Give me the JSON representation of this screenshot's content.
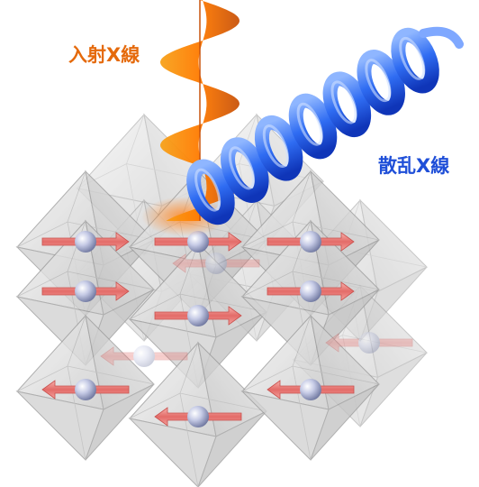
{
  "labels": {
    "incident": "入射X線",
    "scattered": "散乱X線"
  },
  "colors": {
    "incident_text": "#e56a0c",
    "scattered_text": "#1f4fd8",
    "incident_wave": "#f28a10",
    "scattered_wave": "#2f6cf2",
    "octahedron": "#d9d9d9",
    "arrow": "#e86a6a",
    "atom": "#aeb6d6"
  },
  "lattice": {
    "spins": [
      {
        "dir": "right"
      },
      {
        "dir": "right"
      },
      {
        "dir": "right"
      },
      {
        "dir": "right"
      },
      {
        "dir": "right"
      },
      {
        "dir": "right"
      },
      {
        "dir": "left"
      },
      {
        "dir": "left"
      },
      {
        "dir": "left"
      },
      {
        "dir": "left"
      },
      {
        "dir": "left"
      },
      {
        "dir": "left"
      }
    ]
  },
  "icons": {
    "incident_wave": "incident-xray-wave-icon",
    "scattered_wave": "scattered-xray-helix-icon",
    "octahedron": "octahedron-icon",
    "spin": "spin-arrow-icon",
    "atom": "atom-sphere-icon"
  }
}
